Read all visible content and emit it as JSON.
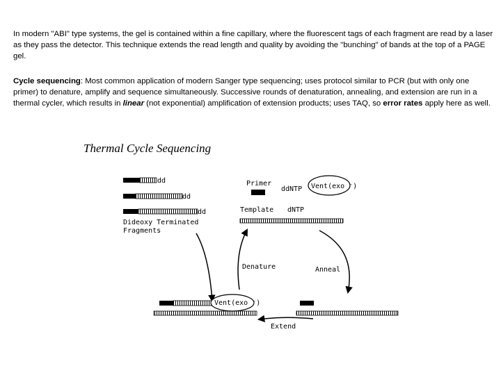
{
  "text": {
    "p1": "In modern \"ABI\" type systems, the gel is contained within a fine capillary, where the fluorescent tags of each fragment are read by a laser as they pass the detector.  This technique extends the read length and quality by avoiding the \"bunching\" of bands at the top of a PAGE gel.",
    "p2_term": "Cycle sequencing",
    "p2_a": ": Most common application of modern Sanger type sequencing; uses protocol similar to PCR (but with only one primer) to denature, amplify and sequence simultaneously. Successive rounds of denaturation, annealing, and extension are run in a thermal cycler, which results in ",
    "p2_linear": "linear",
    "p2_b": " (not exponential) amplification of extension products; uses TAQ, so ",
    "p2_err": "error rates",
    "p2_c": " apply here as well."
  },
  "diagram": {
    "title": "Thermal Cycle Sequencing",
    "dd": "dd",
    "fragments_label_1": "Dideoxy Terminated",
    "fragments_label_2": "Fragments",
    "primer": "Primer",
    "ddntp": "ddNTP",
    "vent_top": "Vent(exo ⁻)",
    "template": "Template",
    "dntp": "dNTP",
    "denature": "Denature",
    "anneal": "Anneal",
    "vent_bottom": "Vent(exo ⁻)",
    "extend": "Extend"
  }
}
